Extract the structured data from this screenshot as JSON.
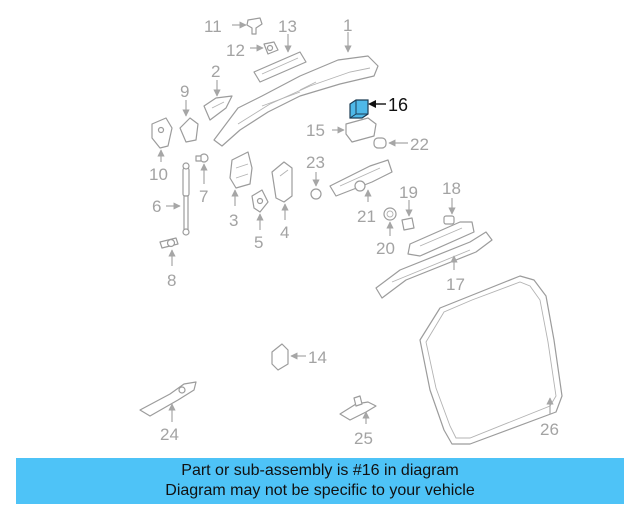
{
  "diagram": {
    "highlighted_part": "16",
    "labels": [
      "1",
      "2",
      "3",
      "4",
      "5",
      "6",
      "7",
      "8",
      "9",
      "10",
      "11",
      "12",
      "13",
      "14",
      "15",
      "16",
      "17",
      "18",
      "19",
      "20",
      "21",
      "22",
      "23",
      "24",
      "25",
      "26"
    ]
  },
  "colors": {
    "highlight": "#4fb8e8",
    "banner": "#4ec3f7",
    "line": "#9c9c9c"
  },
  "footer": {
    "line1": "Part or sub-assembly is #16 in diagram",
    "line2": "Diagram may not be specific to your vehicle"
  }
}
